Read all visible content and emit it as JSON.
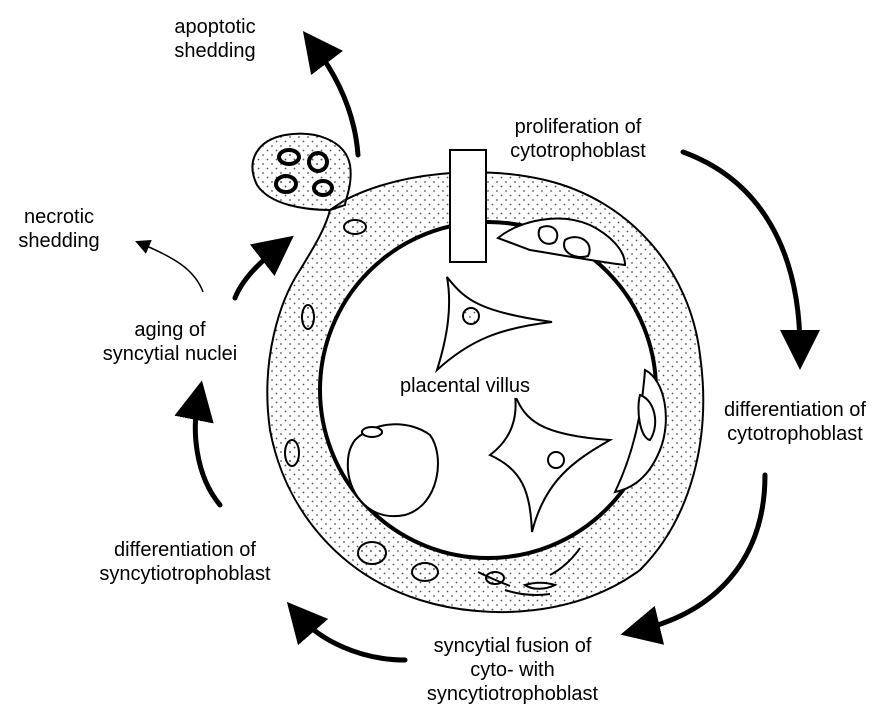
{
  "labels": {
    "apoptotic": [
      "apoptotic",
      "shedding"
    ],
    "proliferation": [
      "proliferation of",
      "cytotrophoblast"
    ],
    "necrotic": [
      "necrotic",
      "shedding"
    ],
    "aging": [
      "aging of",
      "syncytial nuclei"
    ],
    "villus": "placental villus",
    "diff_cyto": [
      "differentiation of",
      "cytotrophoblast"
    ],
    "diff_syncytio": [
      "differentiation of",
      "syncytiotrophoblast"
    ],
    "fusion": [
      "syncytial fusion of",
      "cyto- with",
      "syncytiotrophoblast"
    ]
  },
  "colors": {
    "line": "#000000",
    "stipple": "#555555",
    "background": "#ffffff"
  }
}
